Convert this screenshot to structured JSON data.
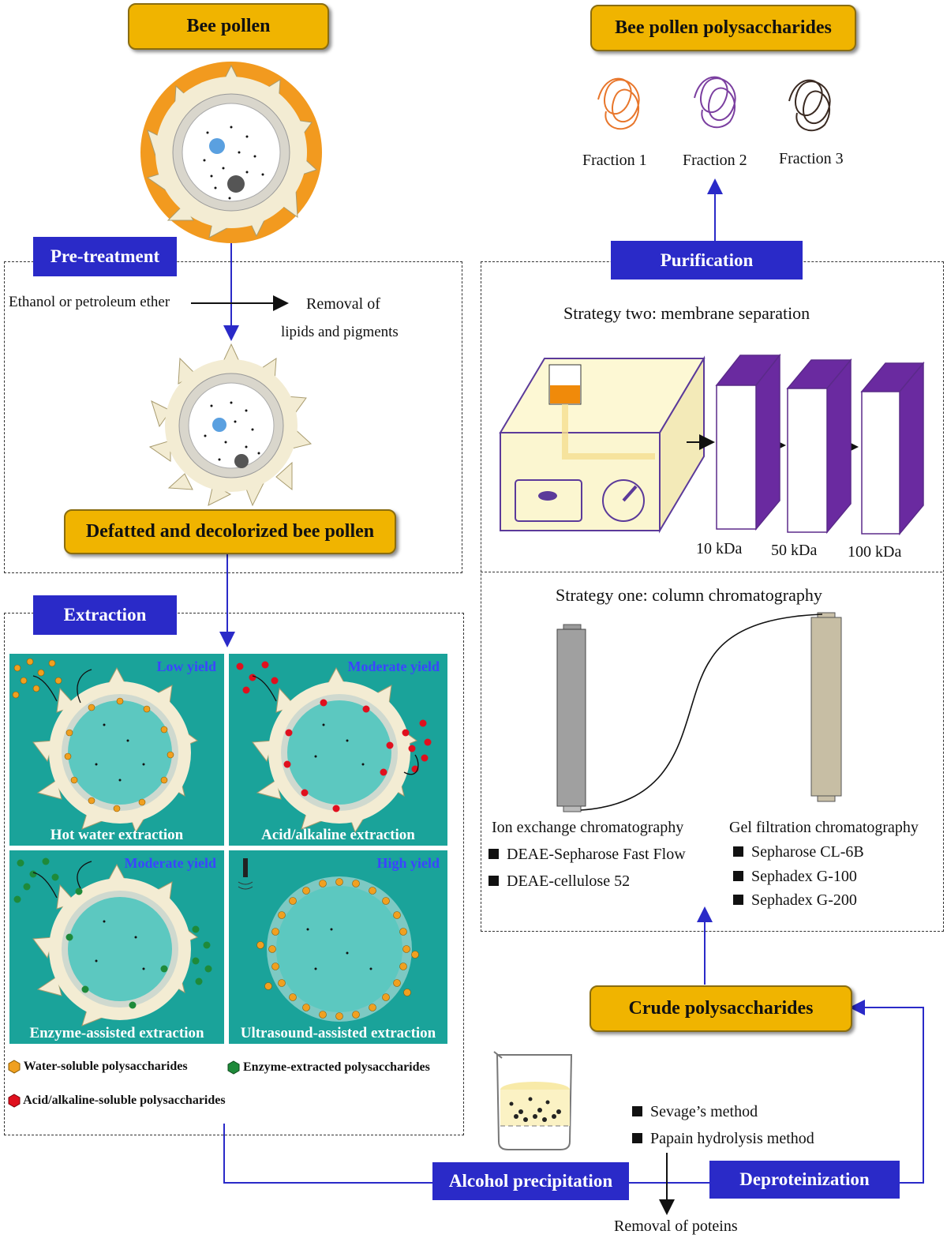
{
  "nodes": {
    "bee_pollen": "Bee pollen",
    "bee_pollen_polysaccharides": "Bee pollen polysaccharides",
    "defatted": "Defatted and decolorized bee pollen",
    "crude": "Crude polysaccharides"
  },
  "steps": {
    "pretreatment": "Pre-treatment",
    "extraction": "Extraction",
    "purification": "Purification",
    "alcohol": "Alcohol precipitation",
    "deproteinization": "Deproteinization"
  },
  "pretreatment": {
    "solvent": "Ethanol or petroleum ether",
    "result_line1": "Removal of",
    "result_line2": "lipids and pigments"
  },
  "fractions": [
    "Fraction 1",
    "Fraction 2",
    "Fraction 3"
  ],
  "fraction_colors": [
    "#e8762b",
    "#7b3fa0",
    "#3a2a22"
  ],
  "membrane": {
    "title": "Strategy two: membrane separation",
    "sizes": [
      "10 kDa",
      "50 kDa",
      "100 kDa"
    ]
  },
  "column": {
    "title": "Strategy one: column chromatography",
    "ion_title": "Ion exchange chromatography",
    "ion_items": [
      "DEAE-Sepharose Fast Flow",
      "DEAE-cellulose 52"
    ],
    "gel_title": "Gel filtration chromatography",
    "gel_items": [
      "Sepharose CL-6B",
      "Sephadex G-100",
      "Sephadex G-200"
    ]
  },
  "extraction_panels": [
    {
      "label": "Hot water extraction",
      "yield": "Low yield"
    },
    {
      "label": "Acid/alkaline extraction",
      "yield": "Moderate yield"
    },
    {
      "label": "Enzyme-assisted extraction",
      "yield": "Moderate yield"
    },
    {
      "label": "Ultrasound-assisted extraction",
      "yield": "High yield"
    }
  ],
  "legend": {
    "water": "Water-soluble polysaccharides",
    "enzyme": "Enzyme-extracted polysaccharides",
    "acid": "Acid/alkaline-soluble polysaccharides"
  },
  "colors": {
    "orange": "#f0a020",
    "green": "#1e8a3a",
    "red": "#e0101e",
    "teal": "#1aa39a",
    "blue": "#2a2ac8",
    "gold": "#f0b400"
  },
  "deprotein": {
    "methods": [
      "Sevage’s  method",
      "Papain hydrolysis method"
    ],
    "removal": "Removal of poteins"
  }
}
